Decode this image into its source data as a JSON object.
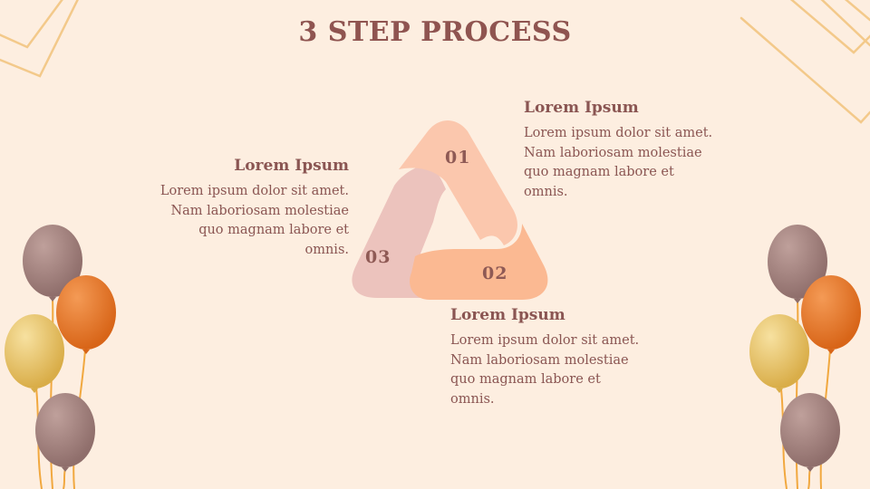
{
  "title": "3 STEP PROCESS",
  "steps": [
    {
      "number": "01",
      "heading": "Lorem Ipsum",
      "text": "Lorem ipsum dolor sit amet. Nam laboriosam molestiae quo magnam labore et omnis."
    },
    {
      "number": "02",
      "heading": "Lorem Ipsum",
      "text": "Lorem ipsum dolor sit amet. Nam laboriosam molestiae quo magnam labore et omnis."
    },
    {
      "number": "03",
      "heading": "Lorem Ipsum",
      "text": "Lorem ipsum dolor sit amet. Nam laboriosam molestiae quo magnam labore et omnis."
    }
  ],
  "colors": {
    "background": "#fdeee0",
    "text": "#8a5552",
    "step1": "#fbc7ad",
    "step2": "#fbb992",
    "step3": "#ecc3bd",
    "balloon_mauve": "#a2807c",
    "balloon_orange": "#ee7a30",
    "balloon_yellow": "#e8c86c",
    "line_gold": "#f3c98a"
  }
}
